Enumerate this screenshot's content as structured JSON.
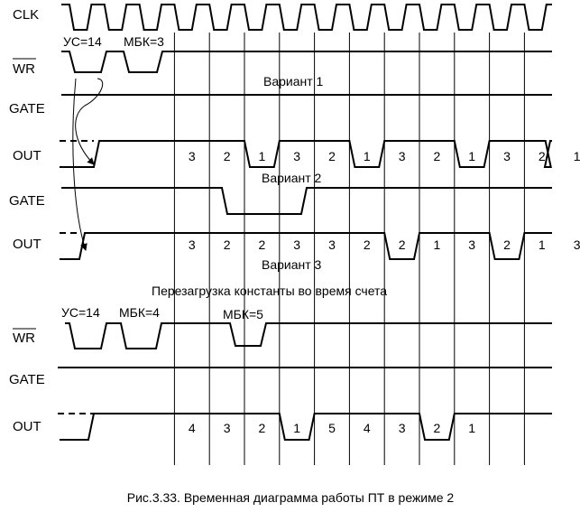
{
  "signals": {
    "clk": "CLK",
    "wr": "WR",
    "gate1": "GATE",
    "out1": "OUT",
    "gate2": "GATE",
    "out2": "OUT",
    "wr3": "WR",
    "gate3": "GATE",
    "out3": "OUT"
  },
  "annotations": {
    "us14_top": "УС=14",
    "mbk3": "МБК=3",
    "variant1": "Вариант 1",
    "variant2": "Вариант 2",
    "variant3": "Вариант 3",
    "reload_note": "Перезагрузка константы во время счета",
    "us14_bottom": "УС=14",
    "mbk4": "МБК=4",
    "mbk5": "МБК=5"
  },
  "counts": {
    "out1": [
      "3",
      "2",
      "1",
      "3",
      "2",
      "1",
      "3",
      "2",
      "1",
      "3",
      "2",
      "1"
    ],
    "out2": [
      "3",
      "2",
      "2",
      "3",
      "3",
      "2",
      "2",
      "1",
      "3",
      "2",
      "1",
      "3"
    ],
    "out3": [
      "4",
      "3",
      "2",
      "1",
      "5",
      "4",
      "3",
      "2",
      "1"
    ]
  },
  "caption": "Рис.3.33. Временная диаграмма работы ПТ в режиме 2"
}
